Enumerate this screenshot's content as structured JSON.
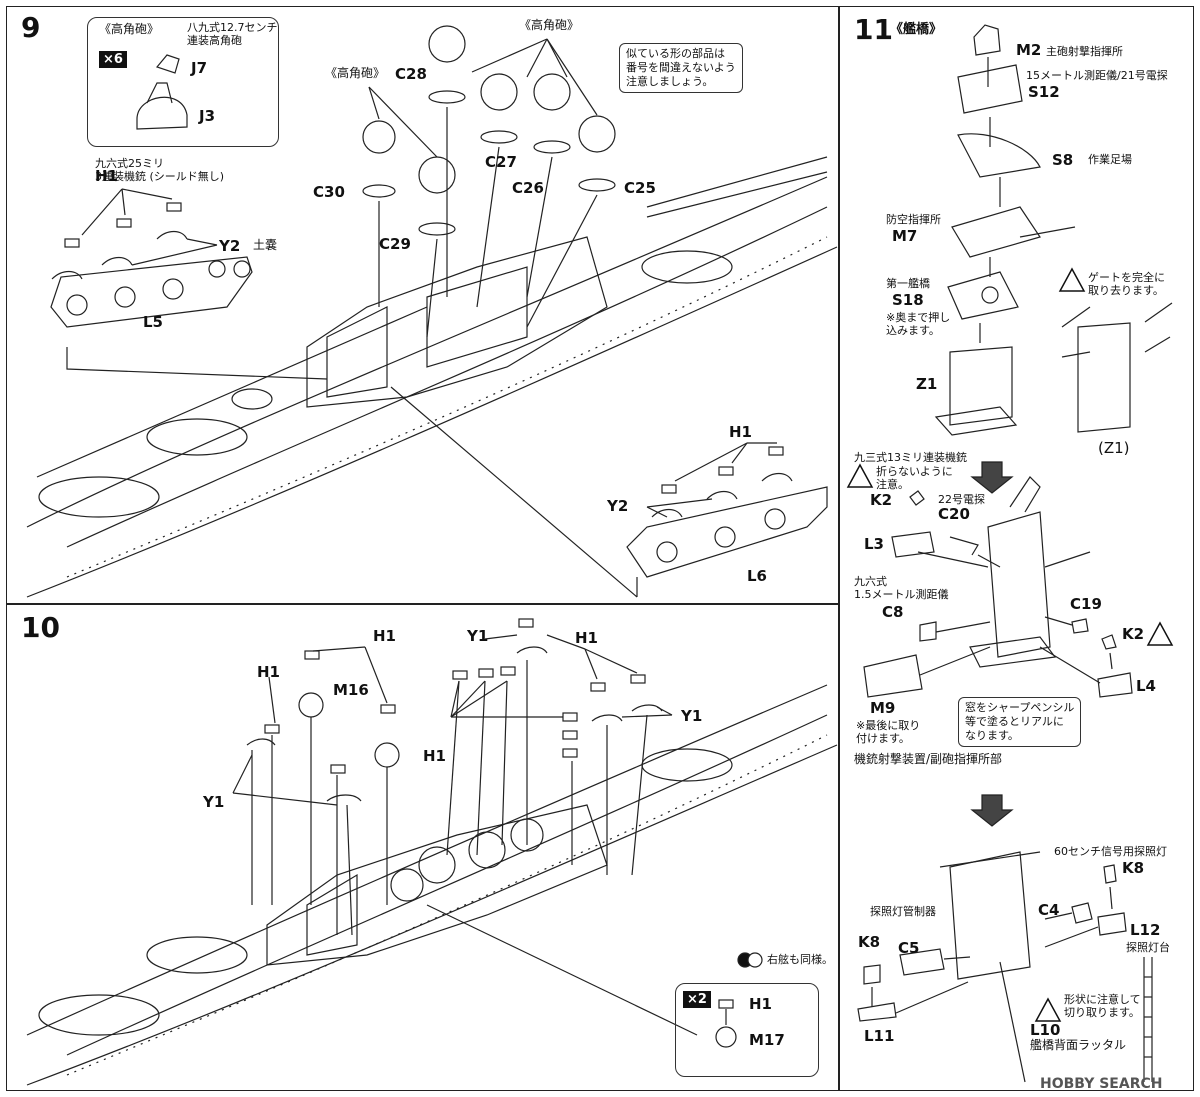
{
  "step9": {
    "number": "9",
    "inset_title": "《高角砲》",
    "inset_desc": "八九式12.7センチ\n連装高角砲",
    "inset_qty": "×6",
    "inset_parts": [
      "J7",
      "J3"
    ],
    "group_label_left": "《高角砲》",
    "group_label_right": "《高角砲》",
    "note": "似ている形の部品は\n番号を間違えないよう\n注意しましょう。",
    "aa_desc": "九六式25ミリ\n3連装機銃 (シールド無し)",
    "h1": "H1",
    "y2": "Y2",
    "y2_desc": "土嚢",
    "l5": "L5",
    "l6": "L6",
    "turrets": [
      "C28",
      "C27",
      "C26",
      "C25",
      "C30",
      "C29"
    ],
    "h1_right": "H1",
    "y2_right": "Y2"
  },
  "step10": {
    "number": "10",
    "labels": [
      "H1",
      "H1",
      "M16",
      "Y1",
      "H1",
      "Y1",
      "H1",
      "Y1"
    ],
    "mirror_note": "右舷も同様。",
    "inset_qty": "×2",
    "inset_parts": [
      "H1",
      "M17"
    ]
  },
  "step11": {
    "number": "11",
    "title": "《艦橋》",
    "m2": "M2",
    "m2_desc": "主砲射撃指揮所",
    "s12_desc": "15メートル測距儀/21号電探",
    "s12": "S12",
    "s8": "S8",
    "s8_desc": "作業足場",
    "m7_desc": "防空指揮所",
    "m7": "M7",
    "s18_desc": "第一艦橋",
    "s18": "S18",
    "s18_note": "※奥まで押し\n込みます。",
    "gate_note": "ゲートを完全に\n取り去ります。",
    "z1": "Z1",
    "z1_paren": "(Z1)",
    "k2_desc": "九三式13ミリ連装機銃",
    "k2_warn": "折らないように\n注意。",
    "k2": "K2",
    "c20_desc": "22号電探",
    "c20": "C20",
    "l3": "L3",
    "c8_desc": "九六式\n1.5メートル測距儀",
    "c8": "C8",
    "c19": "C19",
    "k2b": "K2",
    "l4": "L4",
    "m9": "M9",
    "m9_note": "※最後に取り\n付けます。",
    "window_note": "窓をシャープペンシル\n等で塗るとリアルに\nなります。",
    "sub_caption": "機銃射撃装置/副砲指揮所部",
    "k8_desc": "60センチ信号用探照灯",
    "k8": "K8",
    "c4": "C4",
    "l12": "L12",
    "l12_desc": "探照灯台",
    "c5_desc": "探照灯管制器",
    "k8b": "K8",
    "c5": "C5",
    "shape_note": "形状に注意して\n切り取ります。",
    "l10": "L10",
    "l10_desc": "艦橋背面ラッタル",
    "l11": "L11"
  },
  "watermark": "HOBBY SEARCH"
}
